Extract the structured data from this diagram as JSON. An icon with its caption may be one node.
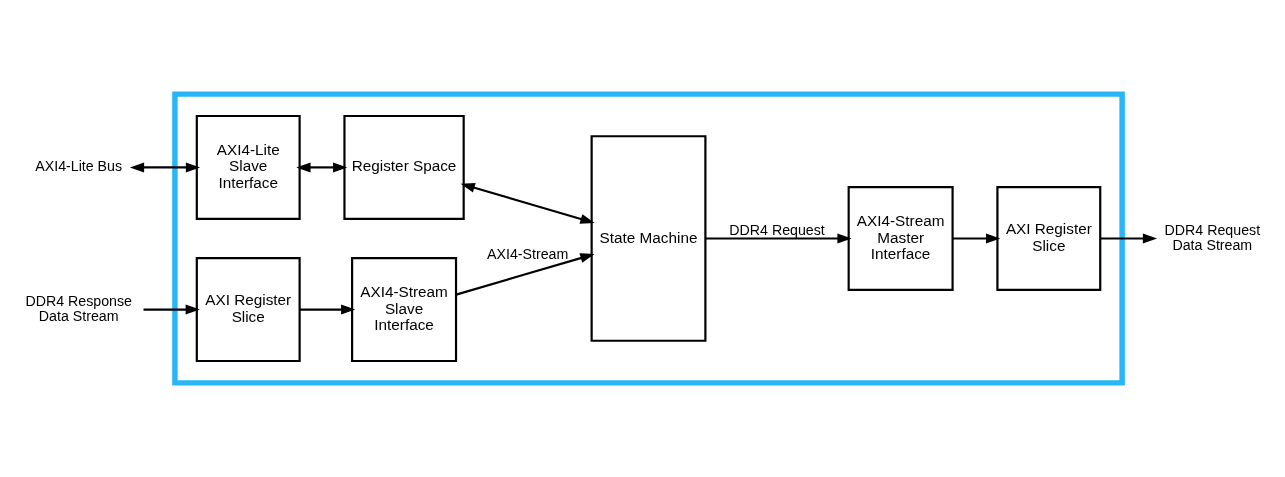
{
  "diagram": {
    "nodes": [
      {
        "text": [],
        "shape": "box"
      },
      {
        "text": [
          "AXI4-Lite Bus"
        ]
      },
      {
        "text": [
          "AXI4-Lite Slave Interface"
        ],
        "in": 0
      },
      {
        "text": [
          "Register Space"
        ],
        "in": 0
      },
      {
        "text": [
          "State Machine"
        ],
        "in": 0
      },
      {
        "text": [
          "DDR4 Response Data Stream"
        ]
      },
      {
        "text": [
          "AXI Register Slice"
        ],
        "in": 0
      },
      {
        "text": [
          "AXI4-Stream Slave Interface"
        ],
        "in": 0
      },
      {
        "text": [
          "AXI4-Stream Master Interface"
        ],
        "in": 0
      },
      {
        "text": [
          "AXI Register Slice"
        ],
        "in": 0
      },
      {
        "text": [
          "DDR4 Request Data Stream"
        ]
      }
    ],
    "edges": [
      {
        "from": 1,
        "to": 2,
        "arrow": "both"
      },
      {
        "from": 2,
        "to": 3,
        "arrow": "both"
      },
      {
        "from": 3,
        "to": 4,
        "arrow": "both"
      },
      {
        "from": 5,
        "to": 6,
        "arrow": "to"
      },
      {
        "from": 6,
        "to": 7,
        "arrow": "to"
      },
      {
        "from": 7,
        "to": 4,
        "arrow": "to",
        "label": "AXI4-Stream"
      },
      {
        "from": 4,
        "to": 8,
        "arrow": "to",
        "label": "DDR4 Request"
      },
      {
        "from": 8,
        "to": 9,
        "arrow": "to"
      },
      {
        "from": 9,
        "to": 10,
        "arrow": "to"
      }
    ]
  }
}
